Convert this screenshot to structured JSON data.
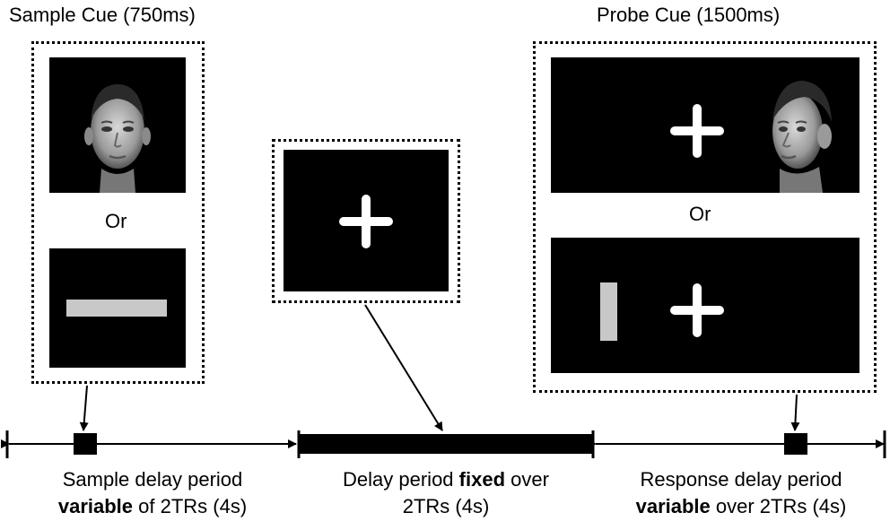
{
  "sample": {
    "title": "Sample Cue (750ms)",
    "or_label": "Or"
  },
  "probe": {
    "title": "Probe Cue (1500ms)",
    "or_label": "Or"
  },
  "captions": {
    "sample": {
      "line1": "Sample delay period",
      "bold": "variable",
      "rest": " of 2TRs (4s)"
    },
    "delay": {
      "pre": "Delay period ",
      "bold": "fixed",
      "post": " over",
      "line2": "2TRs (4s)"
    },
    "response": {
      "line1": "Response delay period",
      "bold": "variable",
      "rest": " over 2TRs (4s)"
    }
  },
  "colors": {
    "screen": "#000000",
    "bar": "#c8c8c8",
    "cross": "#ffffff"
  }
}
